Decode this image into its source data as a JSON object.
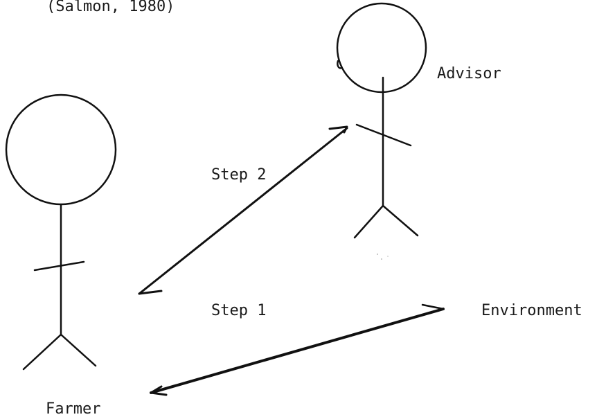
{
  "citation": "(Salmon, 1980)",
  "actors": {
    "farmer": "Farmer",
    "advisor": "Advisor",
    "environment": "Environment"
  },
  "steps": {
    "step1": "Step 1",
    "step2": "Step 2"
  },
  "colors": {
    "ink": "#111111",
    "background": "#ffffff"
  }
}
